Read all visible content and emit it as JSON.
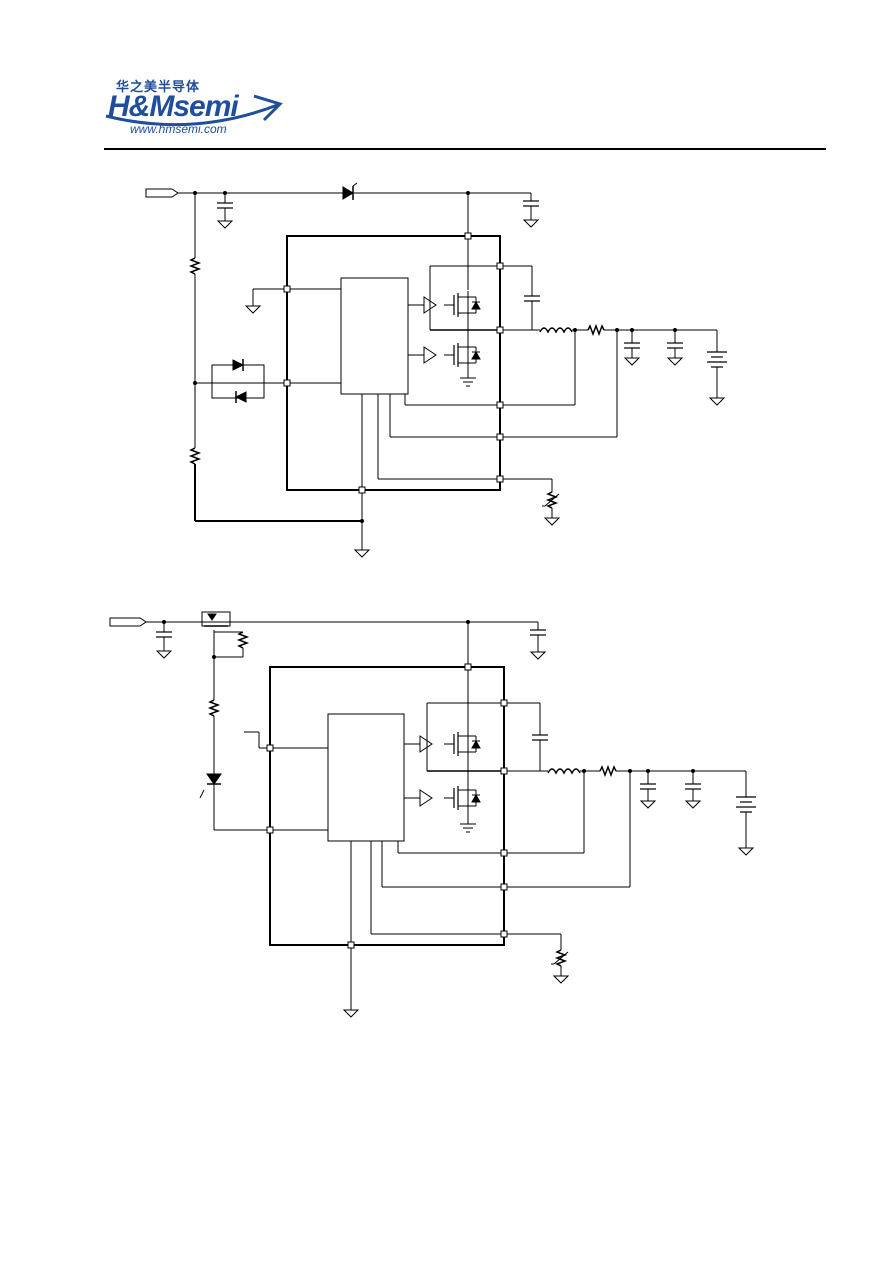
{
  "header": {
    "logo_cn": "华之美半导体",
    "logo_main": "H&Msemi",
    "logo_url": "www.hmsemi.com"
  },
  "colors": {
    "brand": "#1f4e9a",
    "line": "#000000"
  },
  "diagrams": [
    {
      "name": "schematic-1",
      "components": [
        "input-port",
        "diode",
        "input-capacitor",
        "resistor-top",
        "resistor-bottom",
        "led-pair",
        "controller-ic",
        "high-side-mosfet",
        "low-side-mosfet",
        "bootstrap-capacitor",
        "inductor",
        "sense-resistor",
        "output-capacitor-1",
        "output-capacitor-2",
        "battery",
        "thermistor"
      ]
    },
    {
      "name": "schematic-2",
      "components": [
        "input-port",
        "pmos-switch",
        "input-capacitor",
        "resistor-gate",
        "resistor-led",
        "led",
        "controller-ic",
        "high-side-mosfet",
        "low-side-mosfet",
        "bootstrap-capacitor",
        "inductor",
        "sense-resistor",
        "output-capacitor-1",
        "output-capacitor-2",
        "battery",
        "thermistor"
      ]
    }
  ]
}
